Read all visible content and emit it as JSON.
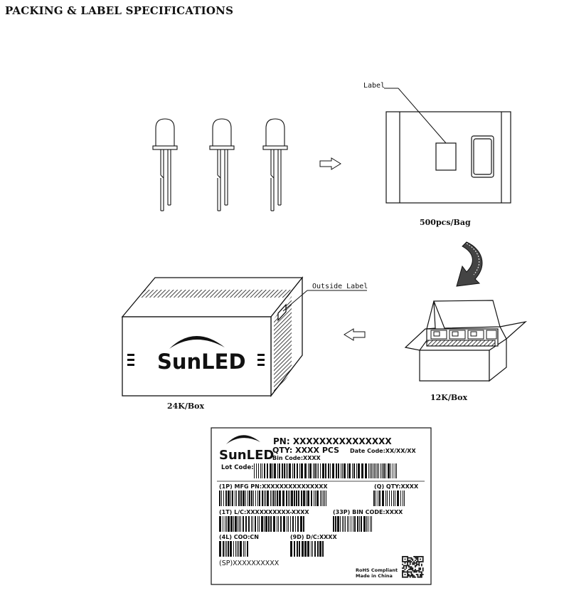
{
  "page": {
    "title": "PACKING & LABEL SPECIFICATIONS"
  },
  "diagram": {
    "bag_label_callout": "Label",
    "bag_caption": "500pcs/Bag",
    "box_outside_label_callout": "Outside Label",
    "inner_box_caption": "12K/Box",
    "outer_box_caption": "24K/Box",
    "brand_logo_text": "SunLED"
  },
  "label": {
    "brand": "SunLED",
    "pn": "PN: XXXXXXXXXXXXXXX",
    "qty": "QTY: XXXX PCS",
    "date_code": "Date Code:XX/XX/XX",
    "bin_code": "Bin Code:XXXX",
    "lot_code": "Lot Code:",
    "mfg_pn": "(1P) MFG PN:XXXXXXXXXXXXXXX",
    "q_qty": "(Q) QTY:XXXX",
    "lc": "(1T) L/C:XXXXXXXXXX-XXXX",
    "bin_code_33p": "(33P) BIN CODE:XXXX",
    "coo": "(4L) COO:CN",
    "dc": "(9D) D/C:XXXX",
    "sp": "(SP)XXXXXXXXXX",
    "rohs": "RoHS Compliant",
    "made_in": "Made in China"
  }
}
